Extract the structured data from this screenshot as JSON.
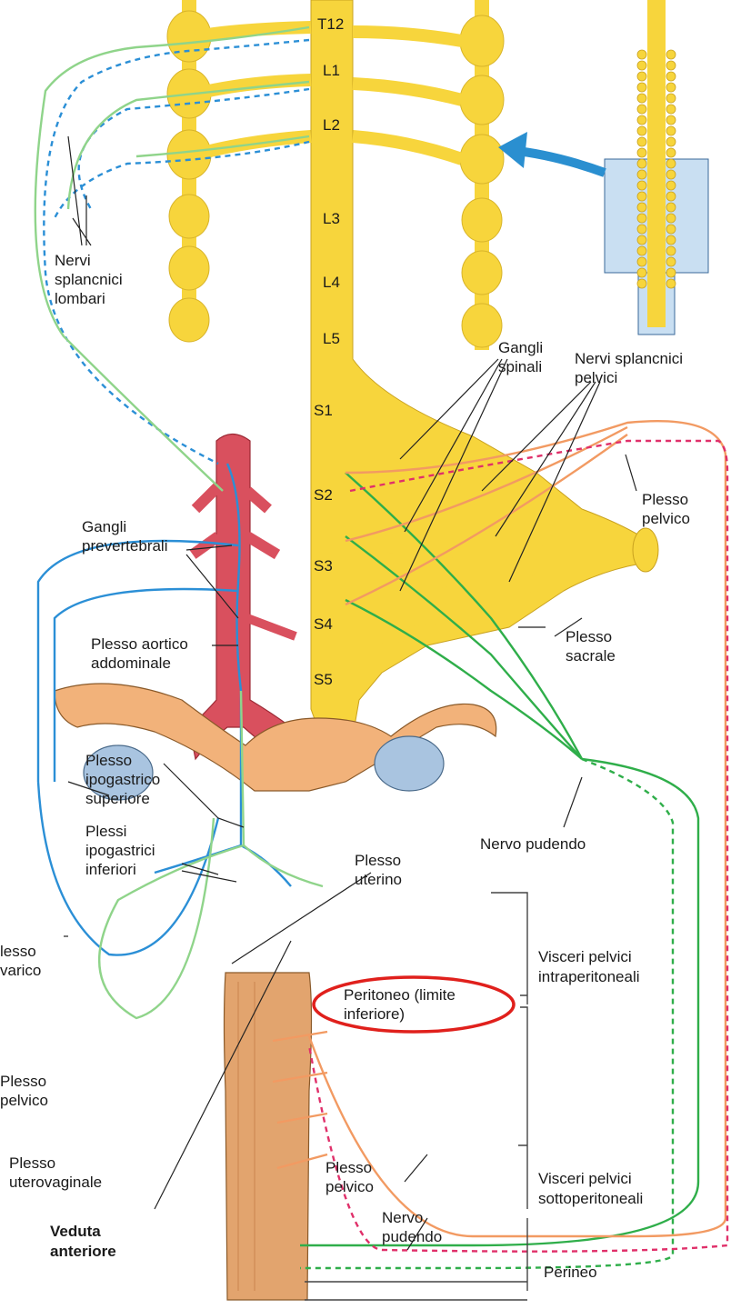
{
  "segments": {
    "t12": "T12",
    "l1": "L1",
    "l2": "L2",
    "l3": "L3",
    "l4": "L4",
    "l5": "L5",
    "s1": "S1",
    "s2": "S2",
    "s3": "S3",
    "s4": "S4",
    "s5": "S5"
  },
  "labels": {
    "nervi_splancnici_lombari": [
      "Nervi",
      "splancnici",
      "lombari"
    ],
    "gangli_spinali": [
      "Gangli",
      "spinali"
    ],
    "nervi_splancnici_pelvici": [
      "Nervi splancnici",
      "pelvici"
    ],
    "plesso_pelvico_right": [
      "Plesso",
      "pelvico"
    ],
    "gangli_prevertebrali": [
      "Gangli",
      "prevertebrali"
    ],
    "plesso_aortico_addominale": [
      "Plesso aortico",
      "addominale"
    ],
    "plesso_sacrale": [
      "Plesso",
      "sacrale"
    ],
    "plesso_ipogastrico_superiore": [
      "Plesso",
      "ipogastrico",
      "superiore"
    ],
    "nervo_pudendo_upper": "Nervo pudendo",
    "plessi_ipogastrici_inferiori": [
      "Plessi",
      "ipogastrici",
      "inferiori"
    ],
    "plesso_uterino": [
      "Plesso",
      "uterino"
    ],
    "visceri_intraperitoneali": [
      "Visceri pelvici",
      "intraperitoneali"
    ],
    "plesso_ovarico": [
      "lesso",
      "varico"
    ],
    "peritoneo": [
      "Peritoneo (limite",
      "inferiore)"
    ],
    "plesso_pelvico_left": [
      "Plesso",
      "pelvico"
    ],
    "visceri_sottoperitoneali": [
      "Visceri pelvici",
      "sottoperitoneali"
    ],
    "plesso_pelvico_lower": [
      "Plesso",
      "pelvico"
    ],
    "plesso_uterovaginale": [
      "Plesso",
      "uterovaginale"
    ],
    "nervo_pudendo_lower": [
      "Nervo",
      "pudendo"
    ],
    "veduta_anteriore": [
      "Veduta",
      "anteriore"
    ],
    "perineo": "Perineo"
  },
  "colors": {
    "cord": "#f7d53c",
    "cord_stroke": "#b8951a",
    "sympathetic_blue": "#2b8fd6",
    "visceral_green": "#2fae4a",
    "light_green": "#8fd48a",
    "parasym_orange": "#f29a62",
    "parasym_pink": "#e0306a",
    "aorta": "#d9505e",
    "uterus": "#f2b27a",
    "ovary": "#a9c4e0",
    "highlight": "#e0201c",
    "inset_box": "#c9dff2"
  }
}
